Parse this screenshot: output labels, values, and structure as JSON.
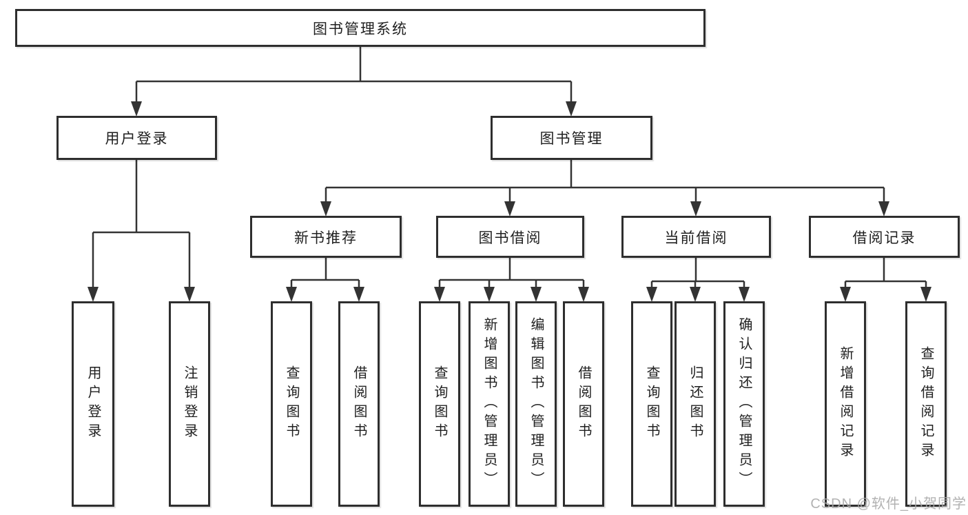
{
  "diagram_title": "图书管理系统",
  "tree": {
    "label": "图书管理系统",
    "children": [
      {
        "label": "用户登录",
        "children": [
          {
            "label": "用户登录"
          },
          {
            "label": "注销登录"
          }
        ]
      },
      {
        "label": "图书管理",
        "children": [
          {
            "label": "新书推荐",
            "children": [
              {
                "label": "查询图书"
              },
              {
                "label": "借阅图书"
              }
            ]
          },
          {
            "label": "图书借阅",
            "children": [
              {
                "label": "查询图书"
              },
              {
                "label": "新增图书（管理员）"
              },
              {
                "label": "编辑图书（管理员）"
              },
              {
                "label": "借阅图书"
              }
            ]
          },
          {
            "label": "当前借阅",
            "children": [
              {
                "label": "查询图书"
              },
              {
                "label": "归还图书"
              },
              {
                "label": "确认归还（管理员）"
              }
            ]
          },
          {
            "label": "借阅记录",
            "children": [
              {
                "label": "新增借阅记录"
              },
              {
                "label": "查询借阅记录"
              }
            ]
          }
        ]
      }
    ]
  },
  "watermark": {
    "text": "CSDN @软件_小贺同学"
  },
  "colors": {
    "background": "#ffffff",
    "box_border": "#2e2e2e",
    "connector_line": "#333333",
    "text": "#1f1f1f",
    "watermark": "#aaaaaa"
  }
}
